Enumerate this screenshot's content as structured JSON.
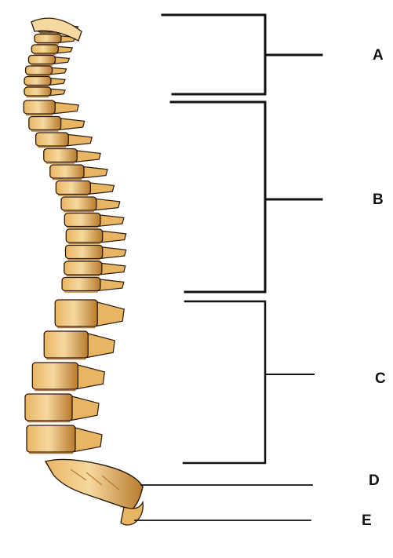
{
  "labels": {
    "a": "A",
    "b": "B",
    "c": "C",
    "d": "D",
    "e": "E"
  },
  "colors": {
    "bone_light": "#f6d9a0",
    "bone_mid": "#e8b562",
    "bone_dark": "#b77a2c",
    "outline": "#2a1a0a",
    "lines": "#111111"
  }
}
